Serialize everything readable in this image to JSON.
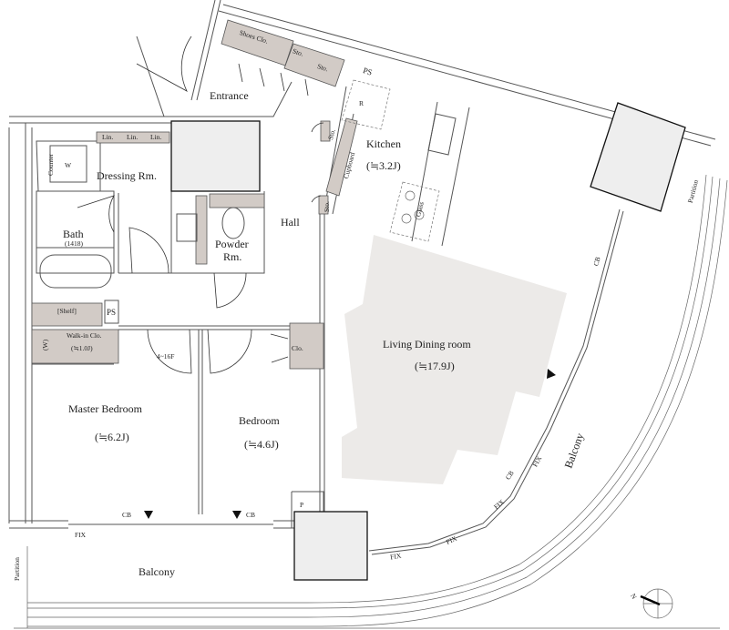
{
  "plan": {
    "rooms": {
      "entrance": "Entrance",
      "hall": "Hall",
      "kitchen": "Kitchen",
      "kitchen_area": "(≒3.2J)",
      "dressing": "Dressing Rm.",
      "bath": "Bath",
      "bath_size": "(1418)",
      "powder_1": "Powder",
      "powder_2": "Rm.",
      "walkin": "Walk-in Clo.",
      "walkin_area": "(≒1.0J)",
      "living": "Living Dining room",
      "living_area": "(≒17.9J)",
      "master": "Master Bedroom",
      "master_area": "(≒6.2J)",
      "bedroom": "Bedroom",
      "bedroom_area": "(≒4.6J)",
      "balcony_south": "Balcony",
      "balcony_east": "Balcony"
    },
    "fixtures": {
      "shoes": "Shoes Clo.",
      "sto": "Sto.",
      "ps": "PS",
      "r": "R",
      "cupboard": "Cupboard",
      "glass": "Glass",
      "lin": "Lin.",
      "counter": "Counter",
      "w": "W",
      "shelf": "[Shelf]",
      "w_paren": "(W)",
      "floors": "4~16F",
      "clo": "Clo.",
      "p": "P",
      "partition": "Partition"
    },
    "windows": {
      "cb": "CB",
      "fix": "FIX"
    },
    "compass": {
      "north": "N"
    },
    "colors": {
      "storage": "#d2cbc6",
      "living_floor": "#eceae8",
      "shaft": "#eeeeee"
    }
  }
}
